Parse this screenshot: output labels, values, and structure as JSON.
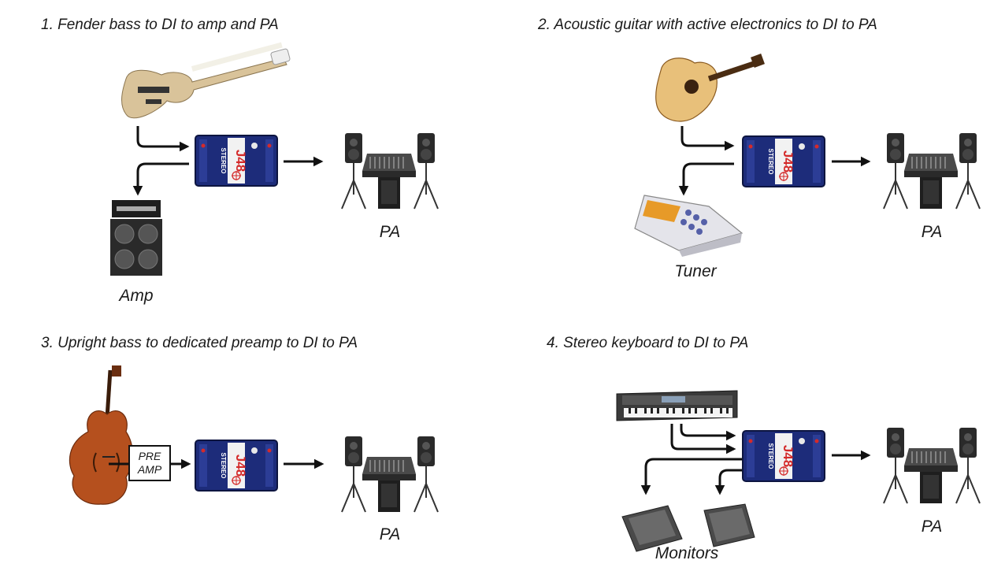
{
  "scenarios": [
    {
      "title": "1. Fender bass to DI to amp and PA",
      "source_icon": "bass-guitar-icon",
      "labels": {
        "amp": "Amp",
        "pa": "PA"
      }
    },
    {
      "title": "2. Acoustic guitar with active electronics to DI to PA",
      "source_icon": "acoustic-guitar-icon",
      "labels": {
        "tuner": "Tuner",
        "pa": "PA"
      }
    },
    {
      "title": "3. Upright bass to dedicated preamp to DI to PA",
      "source_icon": "upright-bass-icon",
      "preamp": {
        "line1": "PRE",
        "line2": "AMP"
      },
      "labels": {
        "pa": "PA"
      }
    },
    {
      "title": "4. Stereo keyboard to DI to PA",
      "source_icon": "keyboard-icon",
      "labels": {
        "monitors": "Monitors",
        "pa": "PA"
      }
    }
  ],
  "di_box": {
    "text": "J48",
    "sub": "STEREO"
  },
  "colors": {
    "di_blue": "#1d2c7a",
    "di_red": "#d42a2a",
    "arrow": "#111111"
  }
}
